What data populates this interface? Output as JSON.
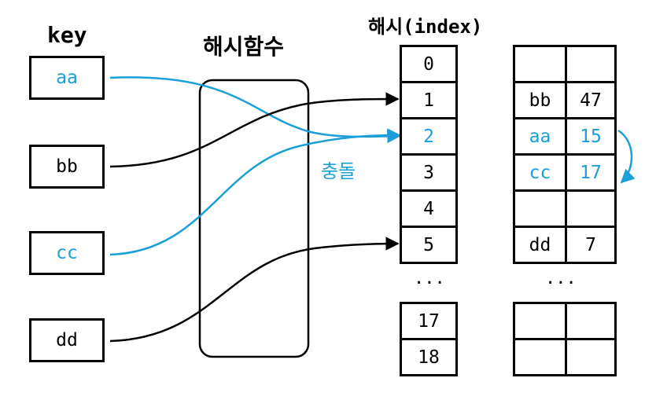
{
  "colors": {
    "blue": "#1a9fd9",
    "black": "#000000"
  },
  "headers": {
    "key": "key",
    "hash_function": "해시함수",
    "hash_index": "해시(index)"
  },
  "keys": [
    {
      "label": "aa",
      "color": "#1a9fd9"
    },
    {
      "label": "bb",
      "color": "#000000"
    },
    {
      "label": "cc",
      "color": "#1a9fd9"
    },
    {
      "label": "dd",
      "color": "#000000"
    }
  ],
  "index_cells": [
    "0",
    "1",
    "2",
    "3",
    "4",
    "5",
    "17",
    "18"
  ],
  "index_ellipsis": "...",
  "collision_label": "충돌",
  "table_rows": [
    {
      "key": "",
      "value": "",
      "color": "#000000"
    },
    {
      "key": "bb",
      "value": "47",
      "color": "#000000"
    },
    {
      "key": "aa",
      "value": "15",
      "color": "#1a9fd9"
    },
    {
      "key": "cc",
      "value": "17",
      "color": "#1a9fd9"
    },
    {
      "key": "",
      "value": "",
      "color": "#000000"
    },
    {
      "key": "dd",
      "value": "7",
      "color": "#000000"
    }
  ],
  "table_ellipsis": "...",
  "table_bottom_rows": [
    {
      "key": "",
      "value": ""
    },
    {
      "key": "",
      "value": ""
    }
  ]
}
